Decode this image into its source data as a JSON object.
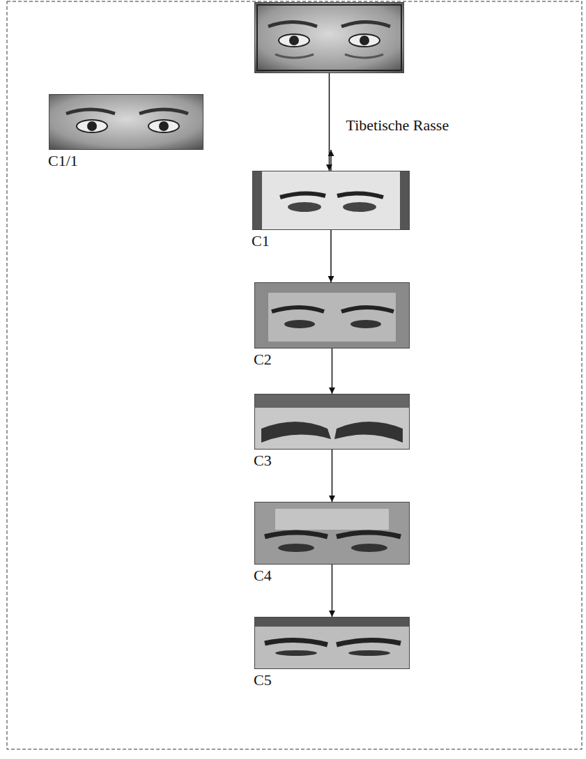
{
  "diagram": {
    "nodes": [
      {
        "text": []
      },
      {
        "text": [
          "C1/1"
        ]
      },
      {
        "text": [
          "C1"
        ]
      },
      {
        "text": [
          "C2"
        ],
        "in": null
      },
      {
        "text": [
          "C3"
        ]
      },
      {
        "text": [
          "C4"
        ]
      },
      {
        "text": [
          "C5"
        ]
      }
    ],
    "edges": [
      {
        "from": 0,
        "to": 2,
        "arrow": "to",
        "label": "Tibetische Rasse"
      },
      {
        "from": 2,
        "to": 1,
        "arrow": "to"
      },
      {
        "from": 2,
        "to": 3,
        "arrow": "to"
      },
      {
        "from": 3,
        "to": 4,
        "arrow": "to"
      },
      {
        "from": 4,
        "to": 5,
        "arrow": "to"
      },
      {
        "from": 5,
        "to": 6,
        "arrow": "to"
      }
    ]
  }
}
